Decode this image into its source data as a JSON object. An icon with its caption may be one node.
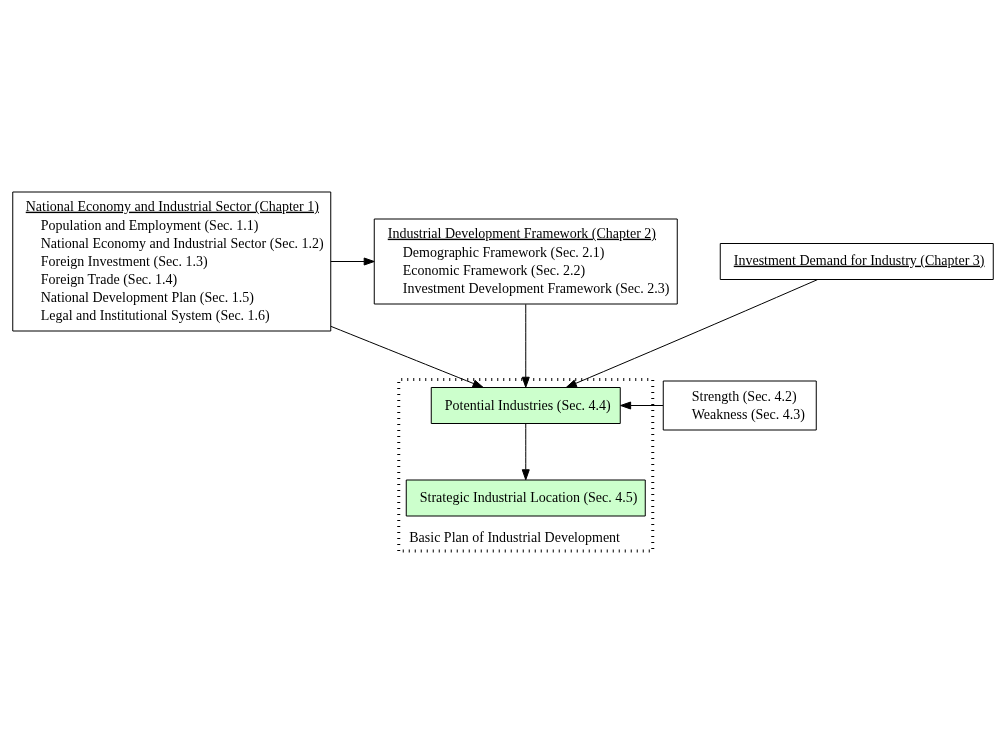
{
  "diagram": {
    "nodes": [
      {
        "text": [
          "National Economy and Industrial Sector (Chapter 1)",
          "Population and Employment (Sec. 1.1)",
          "National Economy and Industrial Sector (Sec. 1.2)",
          "Foreign Investment (Sec. 1.3)",
          "Foreign Trade (Sec. 1.4)",
          "National Development Plan (Sec. 1.5)",
          "Legal and Institutional System (Sec. 1.6)"
        ]
      },
      {
        "text": [
          "Industrial Development Framework (Chapter 2)",
          "Demographic Framework (Sec. 2.1)",
          "Economic Framework (Sec. 2.2)",
          "Investment Development Framework (Sec. 2.3)"
        ]
      },
      {
        "text": [
          "Investment Demand for Industry (Chapter 3)"
        ]
      },
      {
        "text": [
          "Basic Plan of Industrial Development"
        ]
      },
      {
        "text": [
          "Potential Industries (Sec. 4.4)"
        ],
        "in": 3
      },
      {
        "text": [
          "Strategic Industrial Location (Sec. 4.5)"
        ],
        "in": 3
      },
      {
        "text": [
          "Strength (Sec. 4.2)",
          "Weakness (Sec. 4.3)"
        ]
      }
    ],
    "edges": [
      {
        "from": 0,
        "to": 1,
        "arrow": "to"
      },
      {
        "from": 0,
        "to": 4,
        "arrow": "to"
      },
      {
        "from": 1,
        "to": 4,
        "arrow": "to"
      },
      {
        "from": 2,
        "to": 4,
        "arrow": "to"
      },
      {
        "from": 6,
        "to": 4,
        "arrow": "to"
      },
      {
        "from": 4,
        "to": 5,
        "arrow": "to"
      }
    ]
  }
}
